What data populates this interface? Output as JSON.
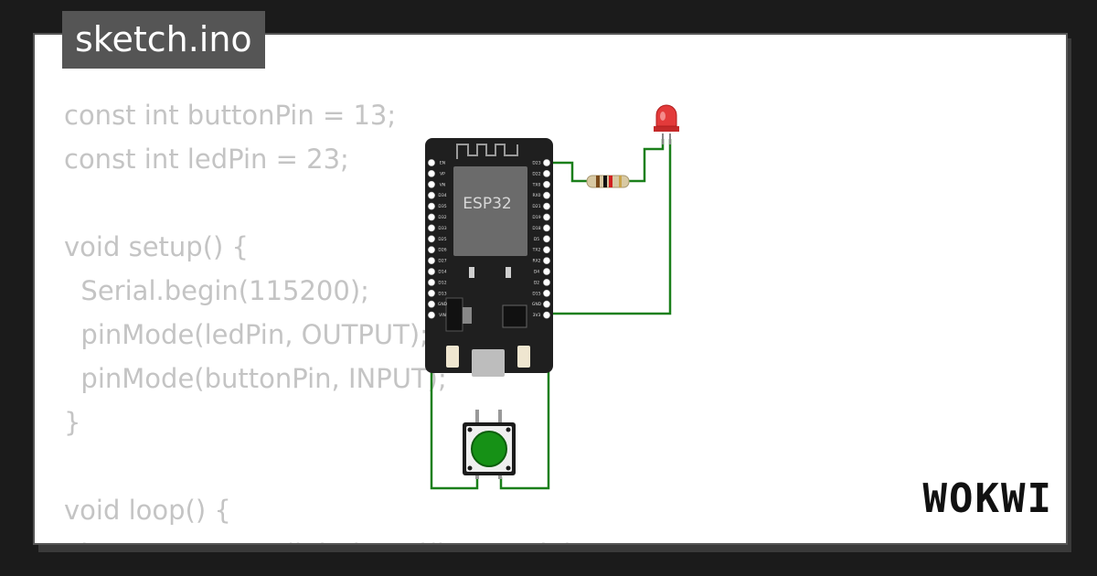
{
  "file": {
    "name": "sketch.ino"
  },
  "code": {
    "lines": [
      "const int buttonPin = 13;",
      "const int ledPin = 23;",
      "",
      "void setup() {",
      "  Serial.begin(115200);",
      "  pinMode(ledPin, OUTPUT);",
      "  pinMode(buttonPin, INPUT);",
      "}",
      "",
      "void loop() {",
      "  buttonState = digitalRead(buttonPin);"
    ]
  },
  "board": {
    "chip_label": "ESP32",
    "left_pins": [
      "EN",
      "VP",
      "VN",
      "D34",
      "D35",
      "D32",
      "D33",
      "D25",
      "D26",
      "D27",
      "D14",
      "D12",
      "D13",
      "GND",
      "VIN"
    ],
    "right_pins": [
      "D23",
      "D22",
      "TX0",
      "RX0",
      "D21",
      "D19",
      "D18",
      "D5",
      "TX2",
      "RX2",
      "D4",
      "D2",
      "D15",
      "GND",
      "3V3"
    ]
  },
  "brand": {
    "logo": "WOKWI"
  },
  "colors": {
    "wire": "#1a7f1a",
    "led": "#e33a3a",
    "button_cap": "#169116",
    "board": "#1f1f1f",
    "code_text": "#c4c4c4"
  }
}
